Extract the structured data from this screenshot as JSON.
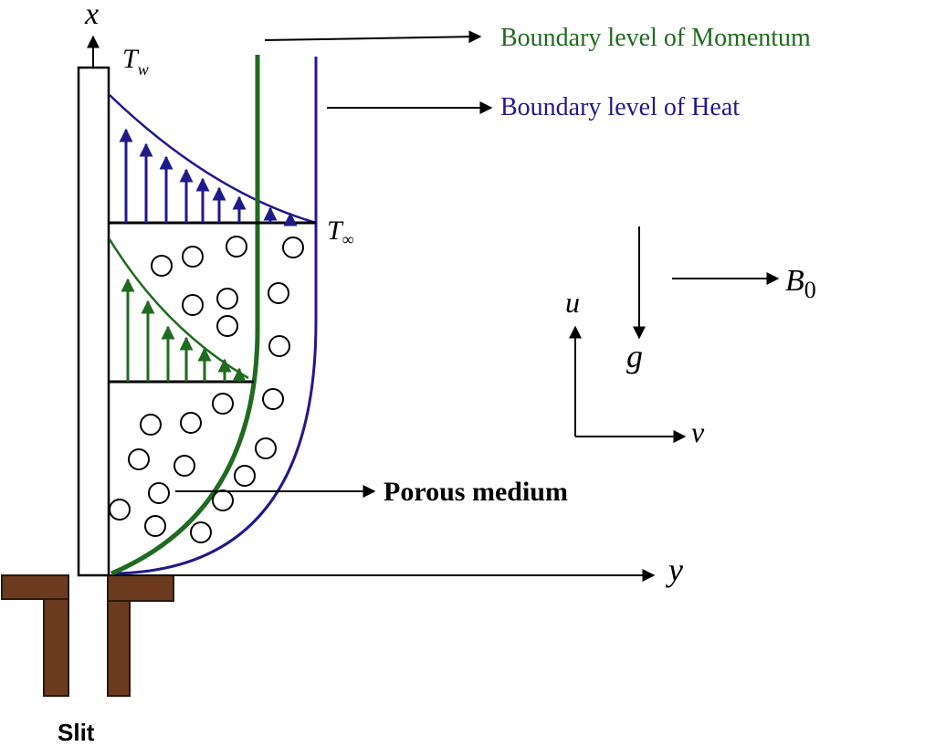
{
  "labels": {
    "x_axis": "x",
    "y_axis": "y",
    "t_wall": "T",
    "t_wall_sub": "w",
    "t_inf": "T",
    "t_inf_sub": "∞",
    "momentum": "Boundary level of Momentum",
    "heat": "Boundary level of Heat",
    "porous": "Porous medium",
    "b_field": "B",
    "b_field_sub": "0",
    "gravity": "g",
    "u": "u",
    "v": "v",
    "slit": "Slit"
  },
  "colors": {
    "momentum": "#1f6b1f",
    "heat": "#1f1a8a",
    "ink": "#000000",
    "slit": "#6b3a1f"
  }
}
